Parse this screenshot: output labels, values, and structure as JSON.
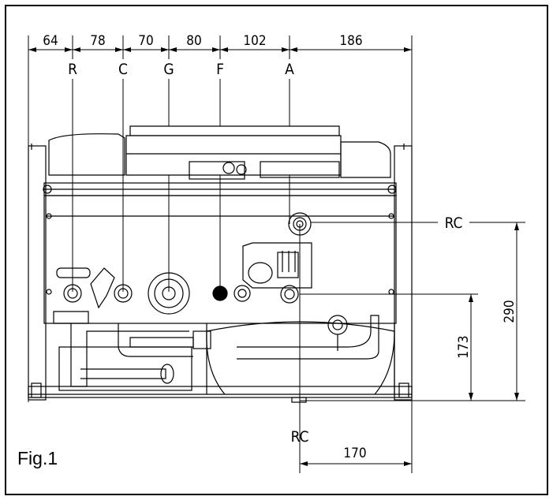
{
  "figure_label": "Fig.1",
  "top_dimensions": [
    "64",
    "78",
    "70",
    "80",
    "102",
    "186"
  ],
  "connections": [
    "R",
    "C",
    "G",
    "F",
    "A"
  ],
  "rc_label_side": "RC",
  "rc_label_bottom": "RC",
  "dim_290": "290",
  "dim_173": "173",
  "dim_170": "170"
}
